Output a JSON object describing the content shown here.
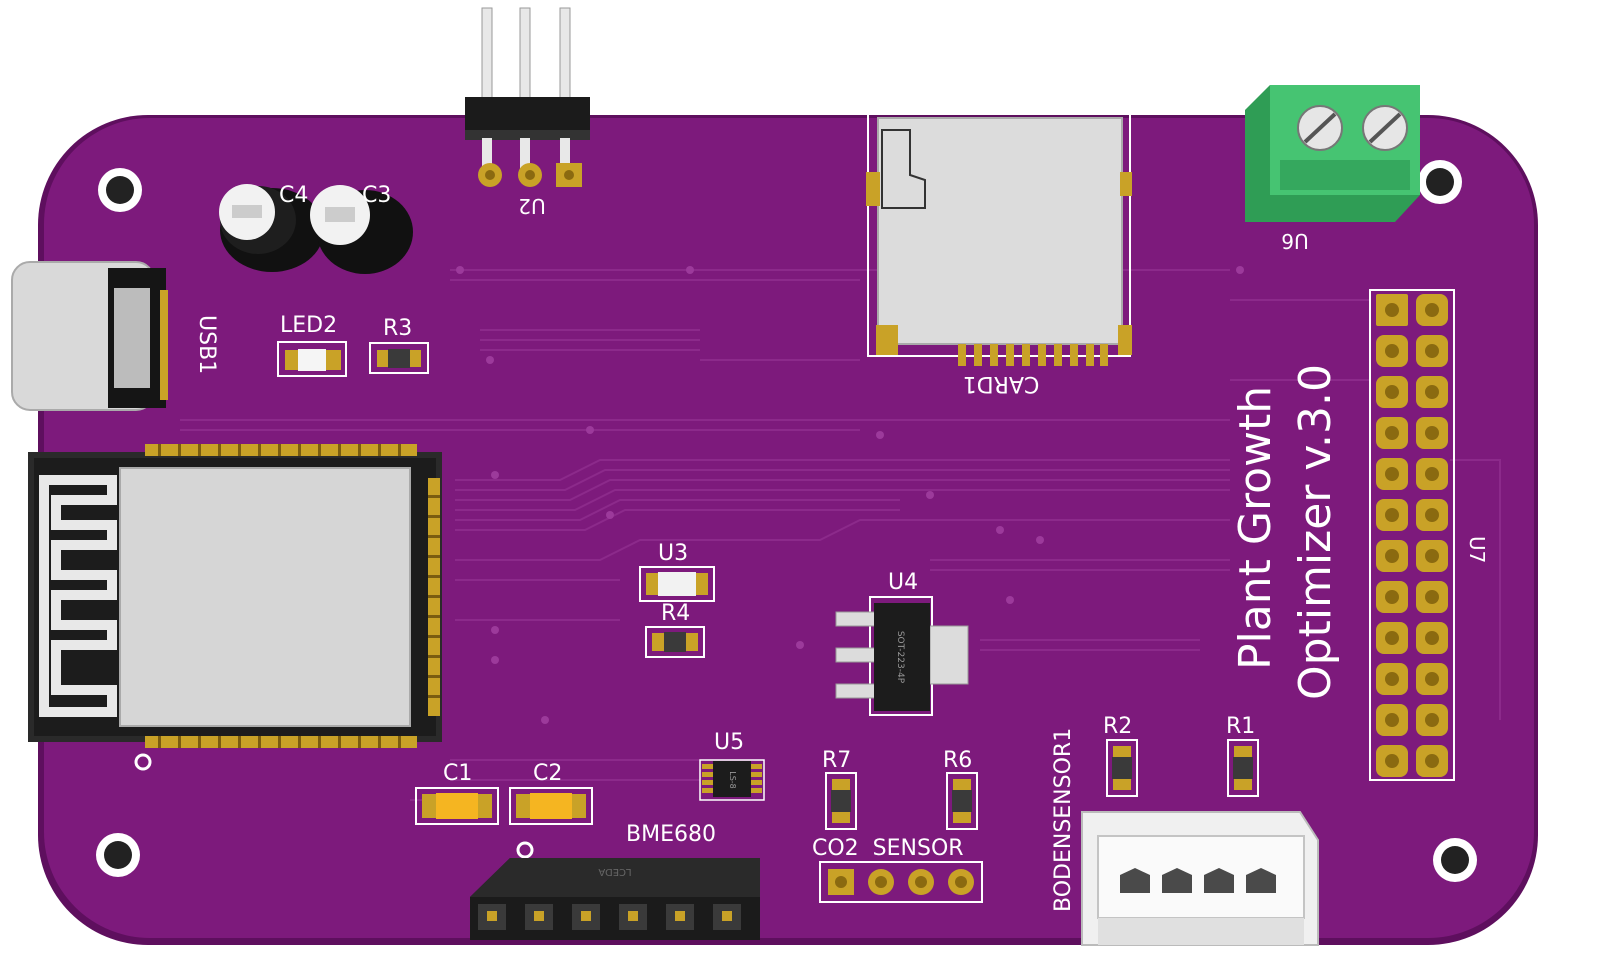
{
  "colors": {
    "board": "#7d1a7c",
    "board_edge": "#5e0f5e",
    "trace": "#8e2a8d",
    "silk": "#ffffff",
    "pad": "#c9a227",
    "pad_dark": "#8a6a10",
    "metal": "#d8d8d8",
    "black": "#1b1b1b",
    "terminal": "#3fbf6a"
  },
  "labels": {
    "u2": "U2",
    "u6": "U6",
    "c4": "C4",
    "c3": "C3",
    "usb1": "USB1",
    "led2": "LED2",
    "r3": "R3",
    "card1": "CARD1",
    "u3": "U3",
    "r4": "R4",
    "u4": "U4",
    "u4_chip": "SOT-223-4P",
    "u5": "U5",
    "u5_chip": "LS-8",
    "c1": "C1",
    "c2": "C2",
    "bme680": "BME680",
    "lceda": "LCEDA",
    "r7": "R7",
    "r6": "R6",
    "co2_sensor": "CO2  SENSOR",
    "bodensensor1": "BODENSENSOR1",
    "r2": "R2",
    "r1": "R1",
    "u7": "U7",
    "title_line1": "Plant Growth",
    "title_line2": "Optimizer v.3.0"
  }
}
